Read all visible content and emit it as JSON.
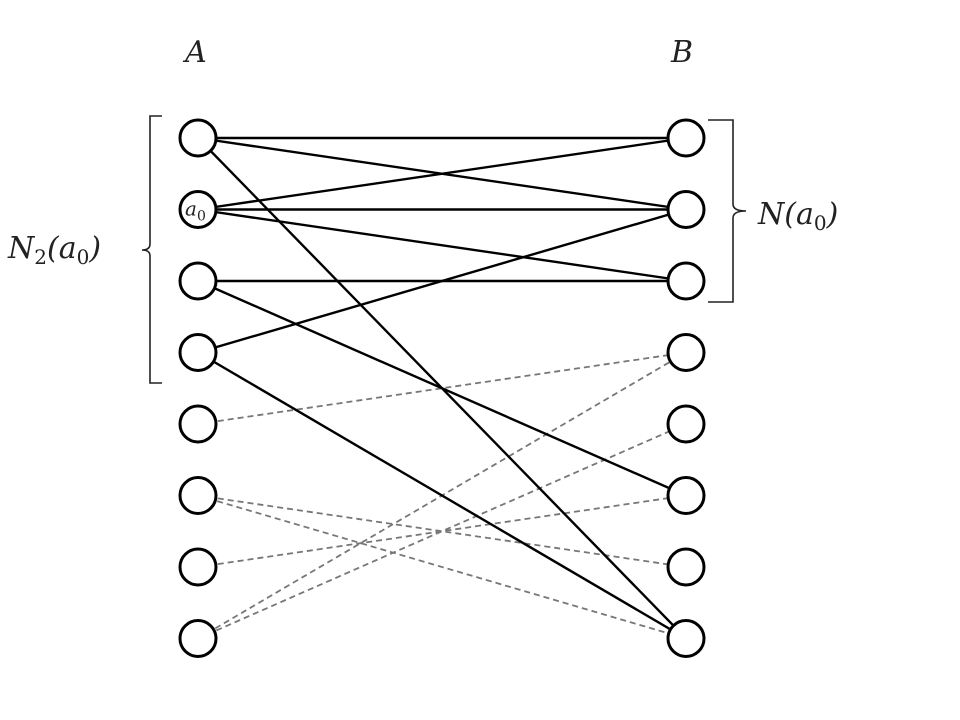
{
  "labels": {
    "set_a": "A",
    "set_b": "B",
    "node_a0_main": "a",
    "node_a0_sub": "0",
    "neighborhood_main": "N(a",
    "neighborhood_sub": "0",
    "neighborhood_close": ")",
    "second_neighborhood_main": "N",
    "second_neighborhood_sub": "2",
    "second_neighborhood_arg": "(a",
    "second_neighborhood_arg_sub": "0",
    "second_neighborhood_close": ")"
  },
  "graph": {
    "a_count": 8,
    "b_count": 8,
    "labeled_node": {
      "side": "A",
      "index": 1
    },
    "solid_edges": [
      [
        0,
        0
      ],
      [
        0,
        1
      ],
      [
        0,
        7
      ],
      [
        1,
        0
      ],
      [
        1,
        1
      ],
      [
        1,
        2
      ],
      [
        2,
        2
      ],
      [
        2,
        5
      ],
      [
        3,
        1
      ],
      [
        3,
        7
      ]
    ],
    "dashed_edges": [
      [
        4,
        3
      ],
      [
        5,
        6
      ],
      [
        5,
        7
      ],
      [
        6,
        5
      ],
      [
        7,
        3
      ],
      [
        7,
        4
      ]
    ],
    "bracket_a": [
      0,
      3
    ],
    "bracket_b": [
      0,
      2
    ]
  },
  "colors": {
    "solid_edge": "#000000",
    "dashed_edge": "#777777"
  }
}
